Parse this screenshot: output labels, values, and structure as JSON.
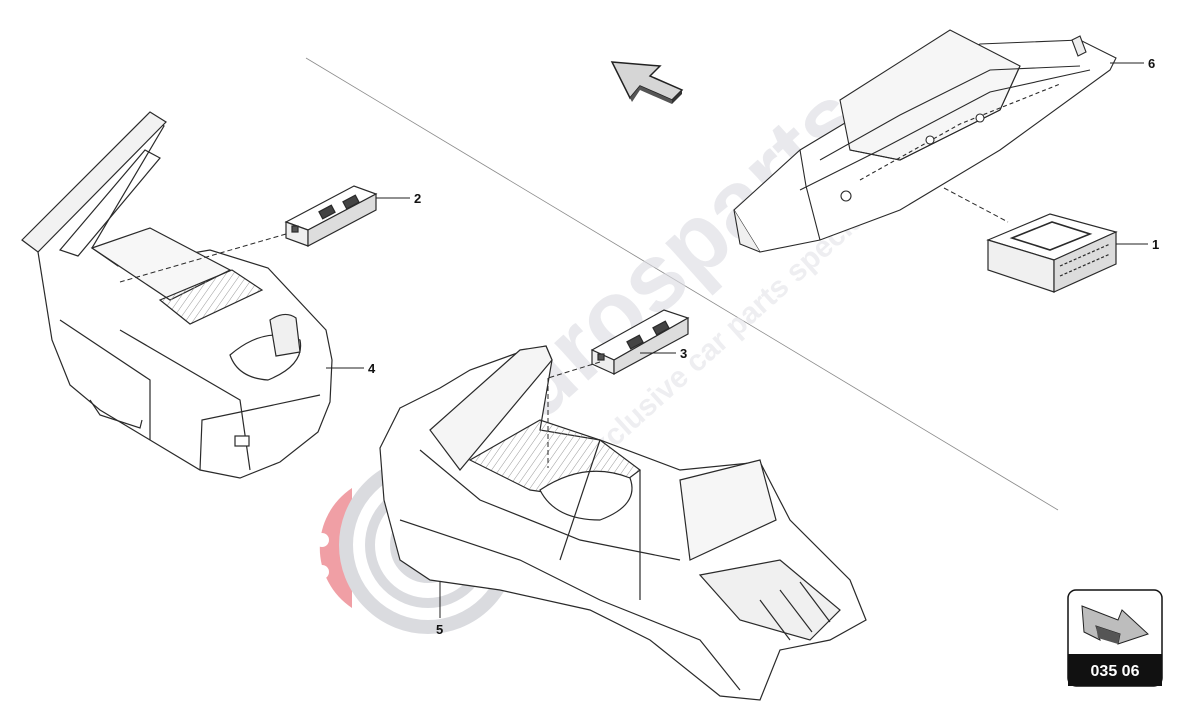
{
  "watermark": {
    "brand": "eurosparts",
    "tagline": "exclusive car parts specialist"
  },
  "callouts": [
    {
      "id": "1",
      "label": "1"
    },
    {
      "id": "2",
      "label": "2"
    },
    {
      "id": "3",
      "label": "3"
    },
    {
      "id": "4",
      "label": "4"
    },
    {
      "id": "5",
      "label": "5"
    },
    {
      "id": "6",
      "label": "6"
    }
  ],
  "page_badge": {
    "code": "035 06",
    "icon": "next-page-arrow-icon"
  },
  "orientation_icon": "direction-arrow-icon",
  "colors": {
    "line": "#2a2a2a",
    "watermark_red": "#e8707a",
    "badge_dark": "#111111"
  }
}
